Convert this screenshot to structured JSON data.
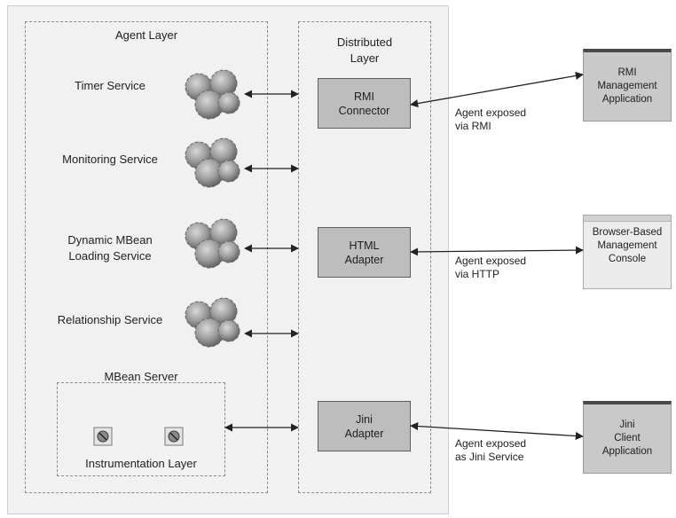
{
  "agent_layer": {
    "title": "Agent Layer"
  },
  "distributed_layer": {
    "title": "Distributed\nLayer"
  },
  "services": [
    {
      "label": "Timer Service"
    },
    {
      "label": "Monitoring Service"
    },
    {
      "label": "Dynamic MBean\nLoading Service"
    },
    {
      "label": "Relationship Service"
    }
  ],
  "mbean_server": {
    "title": "MBean Server",
    "caption": "Instrumentation Layer"
  },
  "connectors": [
    {
      "label": "RMI\nConnector"
    },
    {
      "label": "HTML\nAdapter"
    },
    {
      "label": "Jini\nAdapter"
    }
  ],
  "exposure_labels": [
    {
      "text": "Agent exposed\nvia RMI"
    },
    {
      "text": "Agent exposed\nvia HTTP"
    },
    {
      "text": "Agent exposed\nas Jini Service"
    }
  ],
  "clients": [
    {
      "label": "RMI\nManagement\nApplication"
    },
    {
      "label": "Browser-Based\nManagement\nConsole"
    },
    {
      "label": "Jini\nClient\nApplication"
    }
  ]
}
